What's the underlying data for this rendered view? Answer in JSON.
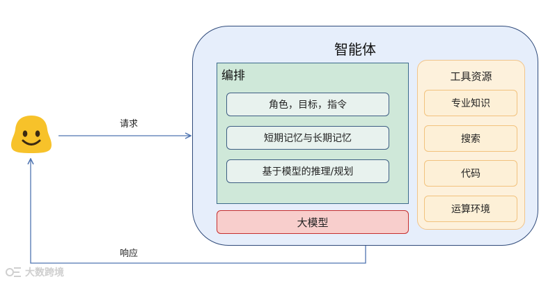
{
  "agent": {
    "title": "智能体"
  },
  "orchestration": {
    "title": "编排",
    "items": [
      "角色，目标，指令",
      "短期记忆与长期记忆",
      "基于模型的推理/规划"
    ]
  },
  "llm": {
    "label": "大模型"
  },
  "resources": {
    "title": "工具资源",
    "items": [
      "专业知识",
      "搜索",
      "代码",
      "运算环境"
    ]
  },
  "connections": {
    "request_label": "请求",
    "response_label": "响应"
  },
  "user": {
    "icon": "smiley-face-icon"
  },
  "watermark": {
    "text": "大数跨境",
    "icon": "logo-icon"
  },
  "colors": {
    "agent_fill": "#e6eefb",
    "agent_border": "#2f4a7a",
    "orchestration_fill": "#cfe8d9",
    "llm_fill": "#f8cecc",
    "llm_border": "#c62e2e",
    "resources_fill": "#fdf1dc",
    "resources_border": "#f1c48a",
    "arrow": "#4e73b0",
    "smiley": "#f7c22a"
  }
}
